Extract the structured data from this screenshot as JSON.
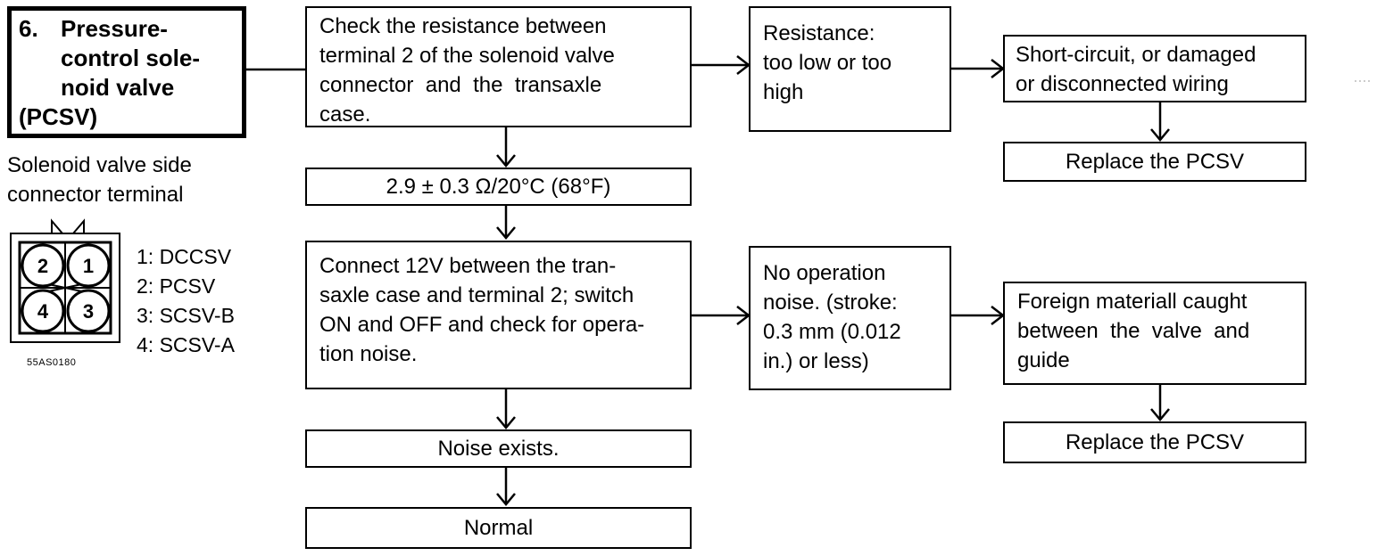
{
  "title": {
    "number": "6.",
    "lines": [
      "Pressure-",
      "control sole-",
      "noid valve",
      "(PCSV)"
    ]
  },
  "connector_caption": [
    "Solenoid valve side",
    "connector terminal"
  ],
  "connector_pins": [
    "2",
    "1",
    "4",
    "3"
  ],
  "connector_legend": [
    "1: DCCSV",
    "2: PCSV",
    "3: SCSV-B",
    "4: SCSV-A"
  ],
  "figure_code": "55AS0180",
  "steps": {
    "check_resistance": [
      "Check the resistance between",
      "terminal 2 of the solenoid valve",
      "connector  and  the  transaxle",
      "case."
    ],
    "spec": "2.9 ± 0.3 Ω/20°C (68°F)",
    "connect_12v": [
      "Connect 12V between the tran-",
      "saxle case and terminal 2; switch",
      "ON and OFF and check for opera-",
      "tion noise."
    ],
    "noise_exists": "Noise exists.",
    "normal": "Normal"
  },
  "faults": {
    "resistance_bad": [
      "Resistance:",
      "too low or too",
      "high"
    ],
    "wiring": [
      "Short-circuit, or damaged",
      "or disconnected wiring"
    ],
    "replace_1": "Replace the PCSV",
    "no_noise": [
      "No operation",
      "noise. (stroke:",
      "0.3 mm (0.012",
      "in.) or less)"
    ],
    "foreign": [
      "Foreign materiall caught",
      "between  the  valve  and",
      "guide"
    ],
    "replace_2": "Replace the PCSV"
  }
}
